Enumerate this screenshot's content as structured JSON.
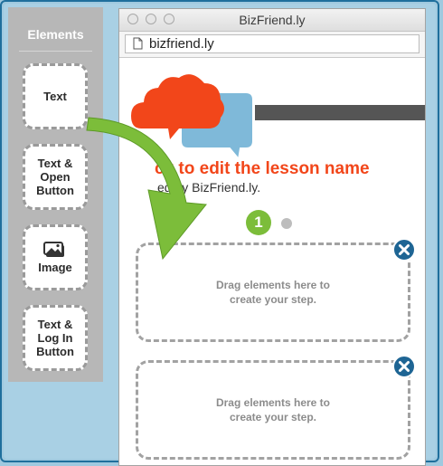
{
  "panel": {
    "title": "Elements",
    "items": [
      {
        "label": "Text",
        "icon": ""
      },
      {
        "label": "Text &\nOpen\nButton",
        "icon": ""
      },
      {
        "label": "Image",
        "icon": "image-icon"
      },
      {
        "label": "Text &\nLog In\nButton",
        "icon": ""
      }
    ]
  },
  "browser": {
    "window_title": "BizFriend.ly",
    "url": "bizfriend.ly"
  },
  "lesson": {
    "name_text": "ck to edit the lesson name",
    "by_text": "ed by BizFriend.ly.",
    "current_step": "1"
  },
  "dropzones": [
    {
      "text": "Drag elements here to\ncreate your step."
    },
    {
      "text": "Drag elements here to\ncreate your step."
    }
  ],
  "colors": {
    "accent_red": "#f2461a",
    "accent_green": "#7cbd3a",
    "close_blue": "#1e6594",
    "bubble_blue": "#7fb9d9"
  }
}
